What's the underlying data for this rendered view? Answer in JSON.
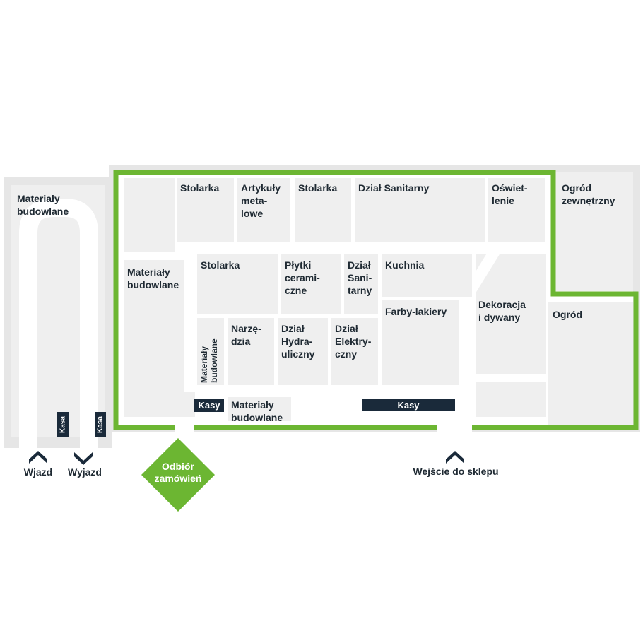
{
  "colors": {
    "accent": "#6cb632",
    "dark": "#1a2a3a",
    "text": "#1f2a33",
    "block": "#efefef",
    "outline": "#e3e3e3"
  },
  "warehouse": {
    "label_line1": "Materiały",
    "label_line2": "budowlane",
    "kasa1": "Kasa",
    "kasa2": "Kasa",
    "entry": "Wjazd",
    "exit": "Wyjazd"
  },
  "pickup": {
    "line1": "Odbiór",
    "line2": "zamówień"
  },
  "store_entrance": "Wejście do sklepu",
  "departments": {
    "stolarka_top_left": "Stolarka",
    "artykuly": [
      "Artykuły",
      "meta-",
      "lowe"
    ],
    "stolarka_top_mid": "Stolarka",
    "sanitarny": "Dział Sanitarny",
    "oswietlenie": [
      "Oświet-",
      "lenie"
    ],
    "ogrod_zew": [
      "Ogród",
      "zewnętrzny"
    ],
    "materialy_left": [
      "Materiały",
      "budowlane"
    ],
    "stolarka_mid": "Stolarka",
    "plytki": [
      "Płytki",
      "cerami-",
      "czne"
    ],
    "sanitarny_small": [
      "Dział",
      "Sani-",
      "tarny"
    ],
    "kuchnia": "Kuchnia",
    "farby": "Farby-lakiery",
    "dekoracja": [
      "Dekoracja",
      "i dywany"
    ],
    "ogrod": "Ogród",
    "materialy_vert": [
      "Materiały",
      "budowlane"
    ],
    "narzedzia": [
      "Narzę-",
      "dzia"
    ],
    "hydrauliczny": [
      "Dział",
      "Hydra-",
      "uliczny"
    ],
    "elektryczny": [
      "Dział",
      "Elektry-",
      "czny"
    ],
    "materialy_bottom": [
      "Materiały",
      "budowlane"
    ],
    "kasy_small": "Kasy",
    "kasy_big": "Kasy"
  }
}
